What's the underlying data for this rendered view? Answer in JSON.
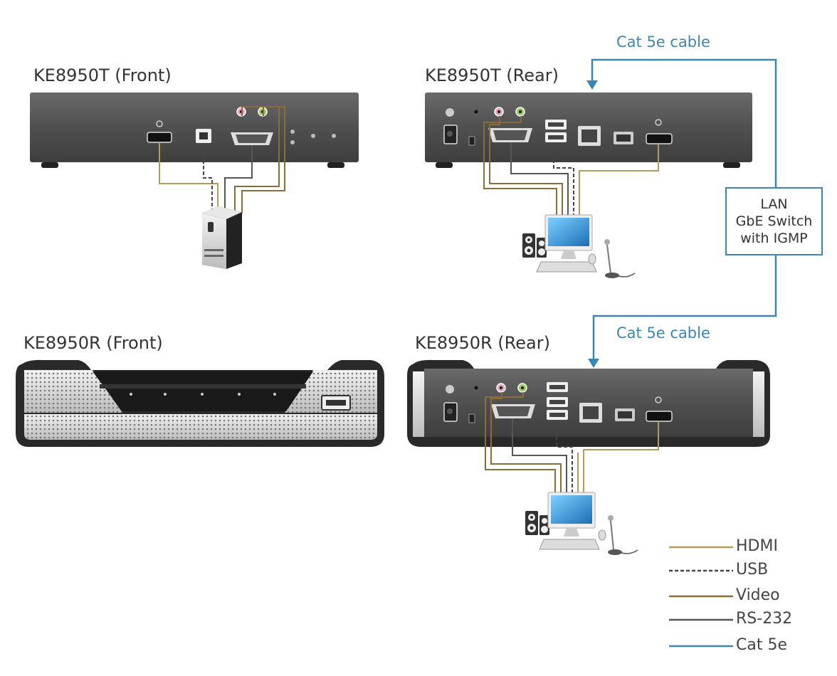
{
  "titles": {
    "tx_front": "KE8950T (Front)",
    "tx_rear": "KE8950T (Rear)",
    "rx_front": "KE8950R (Front)",
    "rx_rear": "KE8950R (Rear)"
  },
  "cables": {
    "top_label": "Cat 5e cable",
    "bottom_label": "Cat 5e cable"
  },
  "switch": {
    "line1": "LAN",
    "line2": "GbE Switch",
    "line3": "with IGMP"
  },
  "legend": [
    {
      "label": "HDMI",
      "color": "#b69a5a"
    },
    {
      "label": "USB",
      "color": "#444444"
    },
    {
      "label": "Video",
      "color": "#8a6d3b"
    },
    {
      "label": "RS-232",
      "color": "#555555"
    },
    {
      "label": "Cat 5e",
      "color": "#3b86b3"
    }
  ],
  "colors": {
    "cat5e": "#3b86b3",
    "hdmi": "#b69a5a",
    "video": "#8a6d3b",
    "rs232": "#555555",
    "usb": "#444444",
    "device": "#4e4e4e"
  }
}
